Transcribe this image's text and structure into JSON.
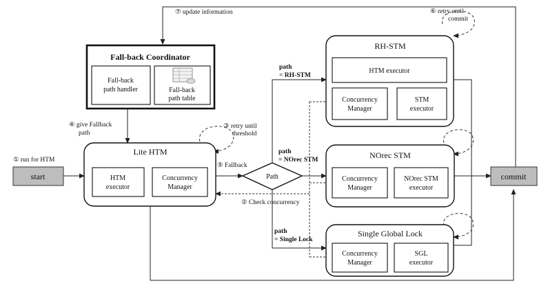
{
  "coordinator": {
    "title": "Fall-back Coordinator",
    "path_handler": [
      "Fall-back",
      "path handler"
    ],
    "path_table": [
      "Fall-back",
      "path table"
    ]
  },
  "lite_htm": {
    "title": "Lite HTM",
    "htm_executor": [
      "HTM",
      "executor"
    ],
    "concurrency_manager": [
      "Concurrency",
      "Manager"
    ]
  },
  "rh_stm": {
    "title": "RH-STM",
    "htm_executor": "HTM executor",
    "concurrency_manager": [
      "Concurrency",
      "Manager"
    ],
    "stm_executor": [
      "STM",
      "executor"
    ]
  },
  "norec_stm": {
    "title": "NOrec STM",
    "concurrency_manager": [
      "Concurrency",
      "Manager"
    ],
    "stm_executor": [
      "NOrec STM",
      "executor"
    ]
  },
  "sgl": {
    "title": "Single Global Lock",
    "concurrency_manager": [
      "Concurrency",
      "Manager"
    ],
    "sgl_executor": [
      "SGL",
      "executor"
    ]
  },
  "path_diamond": "Path",
  "start": "start",
  "commit": "commit",
  "labels": {
    "step1": "① run for HTM",
    "step2": "② Check concurrency",
    "step3": [
      "③ retry until",
      "threshold"
    ],
    "step4": [
      "④ give Fallback",
      "path"
    ],
    "step5": "⑤ Fallback",
    "step6": [
      "⑥ retry until",
      "commit"
    ],
    "step7": "⑦ update information",
    "path_rh": [
      "path",
      "= RH-STM"
    ],
    "path_norec": [
      "path",
      "= NOrec STM"
    ],
    "path_sgl": [
      "path",
      "= Single Lock"
    ]
  }
}
